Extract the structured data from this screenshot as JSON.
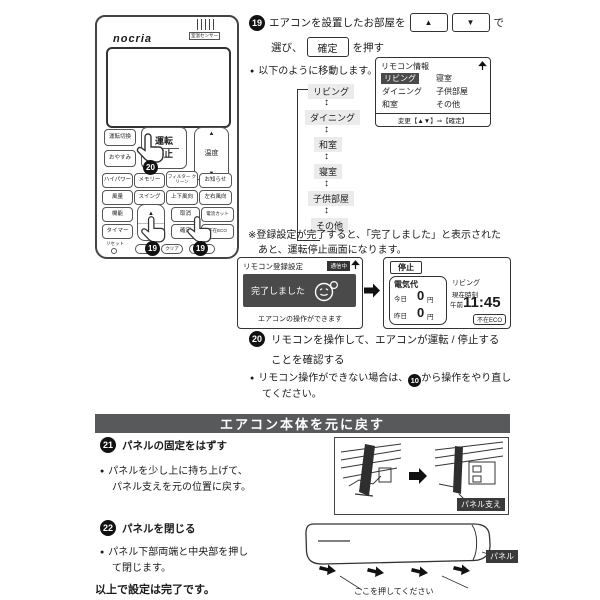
{
  "remote": {
    "brand": "nocria",
    "sensor_label": "室温センサー",
    "btn_mode": "運転切換",
    "btn_sleep": "おやすみ",
    "btn_power_1": "運転",
    "btn_power_2": "停止",
    "btn_temp": "温度",
    "up": "▲",
    "down": "▼",
    "grid_r1": [
      "ハイパワー",
      "メモリー",
      "フィルター クリーン",
      "お知らせ"
    ],
    "grid_r2": [
      "風量",
      "スイング",
      "上下風向",
      "左右風向"
    ],
    "grid_r3": [
      "機能",
      "取消",
      "電流カット"
    ],
    "grid_r4": [
      "タイマー",
      "確定",
      "不在ECO"
    ],
    "reset_label": "リセット",
    "clear_label": "クリア",
    "badge_19": "19",
    "badge_20": "20"
  },
  "step19": {
    "num": "19",
    "t1": "エアコンを設置したお部屋を",
    "up": "▲",
    "down": "▼",
    "t2": "で",
    "t3": "選び、",
    "confirm": "確定",
    "t4": "を押す",
    "bullet": "以下のように移動します。"
  },
  "flow": {
    "items": [
      "リビング",
      "ダイニング",
      "和室",
      "寝室",
      "子供部屋",
      "その他"
    ],
    "arrow": "↕"
  },
  "info_screen": {
    "title": "リモコン情報",
    "rows": [
      [
        "リビング",
        "寝室"
      ],
      [
        "ダイニング",
        "子供部屋"
      ],
      [
        "和室",
        "その他"
      ]
    ],
    "footer": "変更【▲▼】⇒【確定】"
  },
  "note19": {
    "line1": "※登録設定が完了すると、「完了しました」と表示された",
    "line2": "あと、運転停止画面になります。"
  },
  "reg_screen": {
    "title": "リモコン登録設定",
    "badge": "通信中",
    "message": "完了しました",
    "footer": "エアコンの操作ができます"
  },
  "stop_screen": {
    "status": "停止",
    "cost_title": "電気代",
    "today_label": "今日",
    "today_value": "0",
    "unit": "円",
    "yest_label": "昨日",
    "yest_value": "0",
    "room": "リビング",
    "time_label": "現在時刻",
    "ampm": "午前",
    "time": "11:45",
    "eco": "不在ECO"
  },
  "step20": {
    "num": "20",
    "line1": "リモコンを操作して、エアコンが運転 / 停止する",
    "line2": "ことを確認する",
    "bullet_pre": "リモコン操作ができない場合は、",
    "bullet_badge": "10",
    "bullet_post": "から操作をやり直し",
    "bullet_line2": "てください。"
  },
  "section": {
    "title": "エアコン本体を元に戻す"
  },
  "step21": {
    "num": "21",
    "title": "パネルの固定をはずす",
    "line1": "パネルを少し上に持ち上げて、",
    "line2": "パネル支えを元の位置に戻す。",
    "label": "パネル支え"
  },
  "step22": {
    "num": "22",
    "title": "パネルを閉じる",
    "line1": "パネル下部両端と中央部を押し",
    "line2": "て閉じます。",
    "label": "パネル",
    "caption": "ここを押してください"
  },
  "footer": {
    "text": "以上で設定は完了です。"
  },
  "colors": {
    "section_bar": "#58595b",
    "screen_invert": "#4a4a4a",
    "label_dark": "#3a3a3a"
  }
}
